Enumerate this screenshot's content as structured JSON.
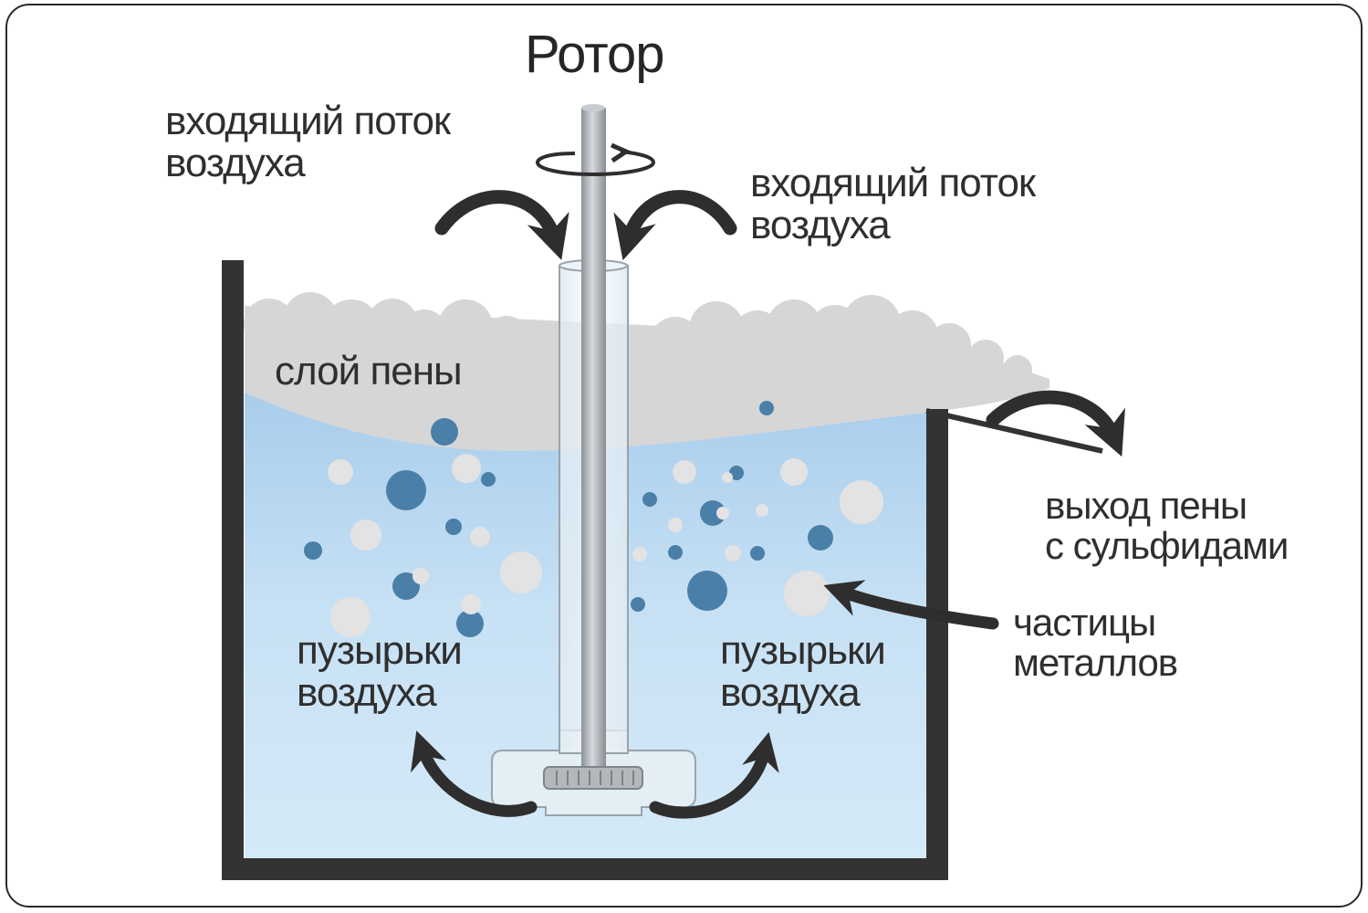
{
  "title": "Ротор",
  "labels": {
    "air_in_left": [
      "входящий поток",
      "воздуха"
    ],
    "air_in_right": [
      "входящий поток",
      "воздуха"
    ],
    "foam_layer": "слой пены",
    "foam_outlet": [
      "выход пены",
      "с сульфидами"
    ],
    "metal_particles": [
      "частицы",
      "металлов"
    ],
    "bubbles_left": [
      "пузырьки",
      "воздуха"
    ],
    "bubbles_right": [
      "пузырьки",
      "воздуха"
    ]
  },
  "colors": {
    "tank_wall": "#333333",
    "water": "#cfe6f6",
    "foam": "#d6d6d6",
    "air_bubble": "#4a7fa8",
    "metal_particle": "#e3e3e3",
    "arrow": "#2e2e2e",
    "shaft": "#a9adb2"
  }
}
